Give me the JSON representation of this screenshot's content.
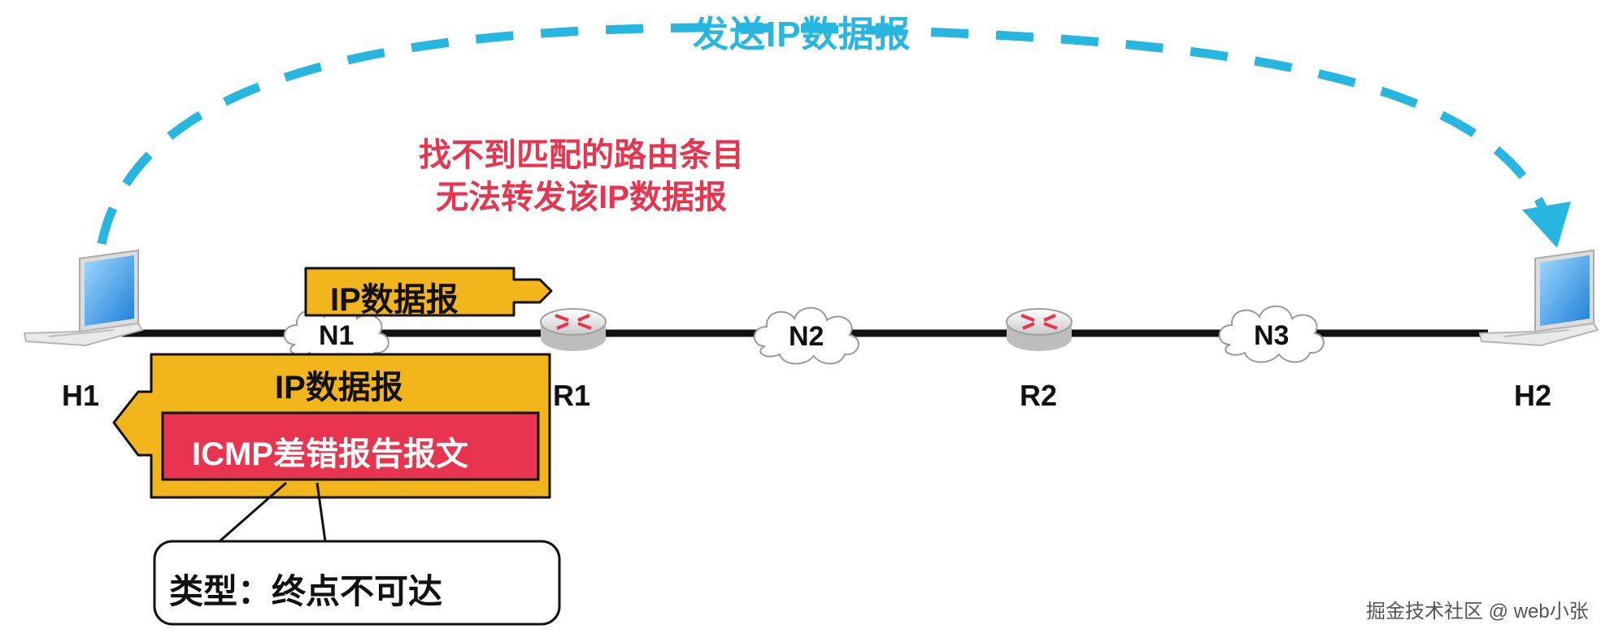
{
  "top_label": "发送IP数据报",
  "error_message": {
    "line1": "找不到匹配的路由条目",
    "line2": "无法转发该IP数据报"
  },
  "nodes": {
    "h1": "H1",
    "h2": "H2",
    "r1": "R1",
    "r2": "R2"
  },
  "networks": {
    "n1": "N1",
    "n2": "N2",
    "n3": "N3"
  },
  "forward_packet_label": "IP数据报",
  "return_packet": {
    "outer_label": "IP数据报",
    "inner_label": "ICMP差错报告报文"
  },
  "callout": "类型：终点不可达",
  "watermark": "掘金技术社区 @ web小张",
  "colors": {
    "dashed_arrow": "#26b6e0",
    "error_text": "#e8344f",
    "packet_fill": "#f2b51c",
    "icmp_fill": "#e8344f",
    "link": "#111111"
  }
}
